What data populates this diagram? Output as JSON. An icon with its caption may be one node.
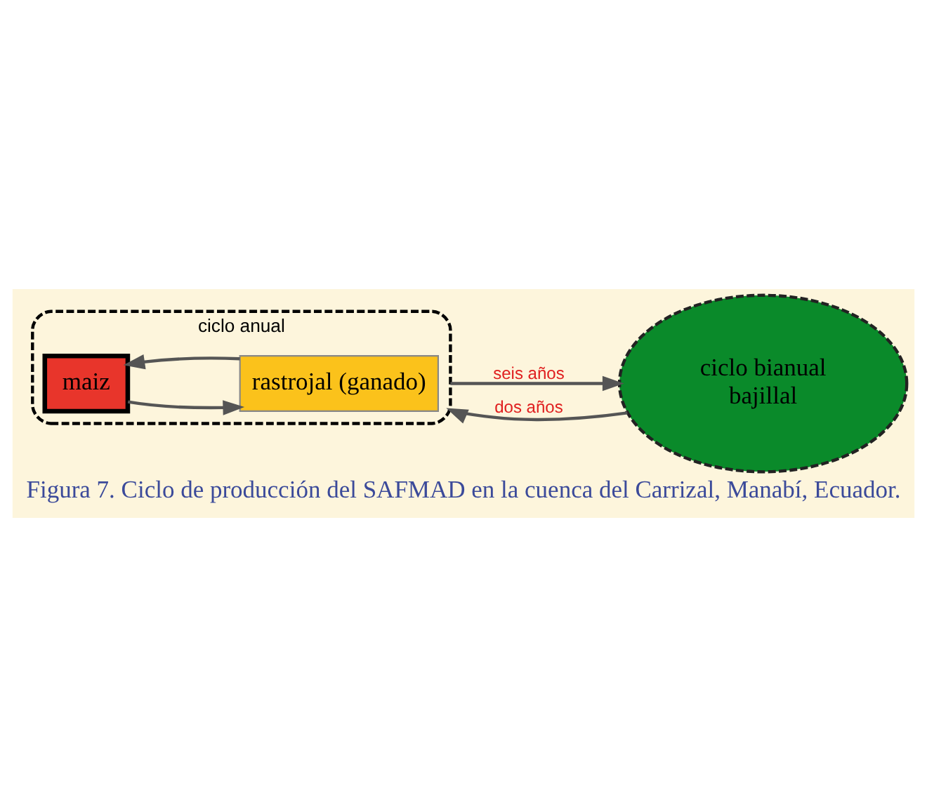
{
  "diagram": {
    "caption": "Figura 7. Ciclo de producción del SAFMAD en la cuenca del Carrizal, Manabí, Ecuador.",
    "nodes": [
      {
        "text": [
          "ciclo anual"
        ]
      },
      {
        "text": [
          "maiz"
        ],
        "in": 0
      },
      {
        "text": [
          "rastrojal (ganado)"
        ],
        "in": 0
      },
      {
        "text": [
          "ciclo bianual",
          "bajillal"
        ]
      }
    ],
    "edges": [
      {
        "from": 1,
        "to": 2,
        "arrow": "to"
      },
      {
        "from": 2,
        "to": 1,
        "arrow": "to"
      },
      {
        "from": 0,
        "to": 3,
        "arrow": "to",
        "label": "seis años"
      },
      {
        "from": 3,
        "to": 0,
        "arrow": "to",
        "label": "dos años"
      }
    ]
  }
}
